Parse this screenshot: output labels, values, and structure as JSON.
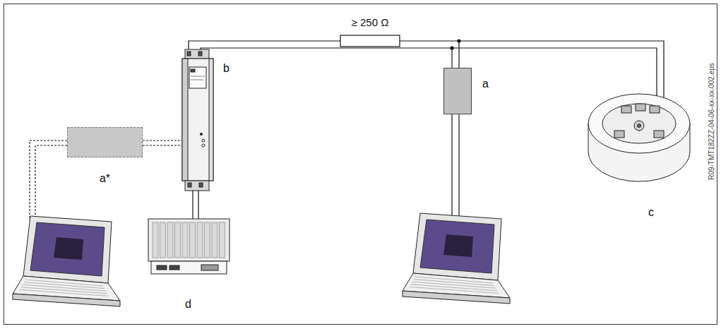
{
  "diagram": {
    "nodes": [
      {
        "text": [
          "a*"
        ]
      },
      {
        "text": [
          "a"
        ]
      }
    ],
    "labels": [
      "≥ 250 Ω",
      "b",
      "c",
      "d",
      "R09-TMT182ZZ-04-06-xx-xx-002.eps"
    ]
  }
}
